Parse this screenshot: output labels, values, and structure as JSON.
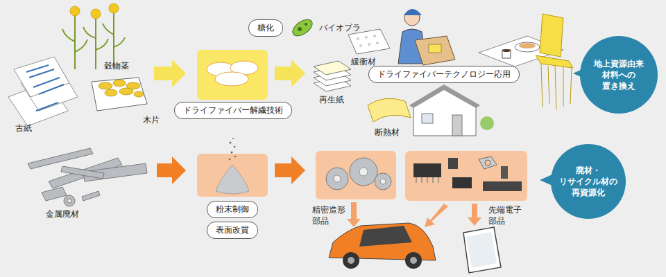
{
  "diagram": {
    "nodes": [
      {
        "text": [
          "糖化"
        ]
      },
      {
        "text": [
          "ドライファイバー解繊技術"
        ]
      },
      {
        "text": [
          "ドライファイバーテクノロジー応用"
        ]
      },
      {
        "text": [
          "地上資源由来 材料への 置き換え"
        ]
      },
      {
        "text": [
          "粉末制御"
        ]
      },
      {
        "text": [
          "表面改質"
        ]
      },
      {
        "text": [
          "廃材・ リサイクル材の 再資源化"
        ]
      }
    ],
    "labels": [
      "古紙",
      "穀物茎",
      "木片",
      "バイオプラ",
      "再生紙",
      "緩衝材",
      "断熱材",
      "金属廃材",
      "精密造形 部品",
      "先端電子 部品"
    ]
  }
}
